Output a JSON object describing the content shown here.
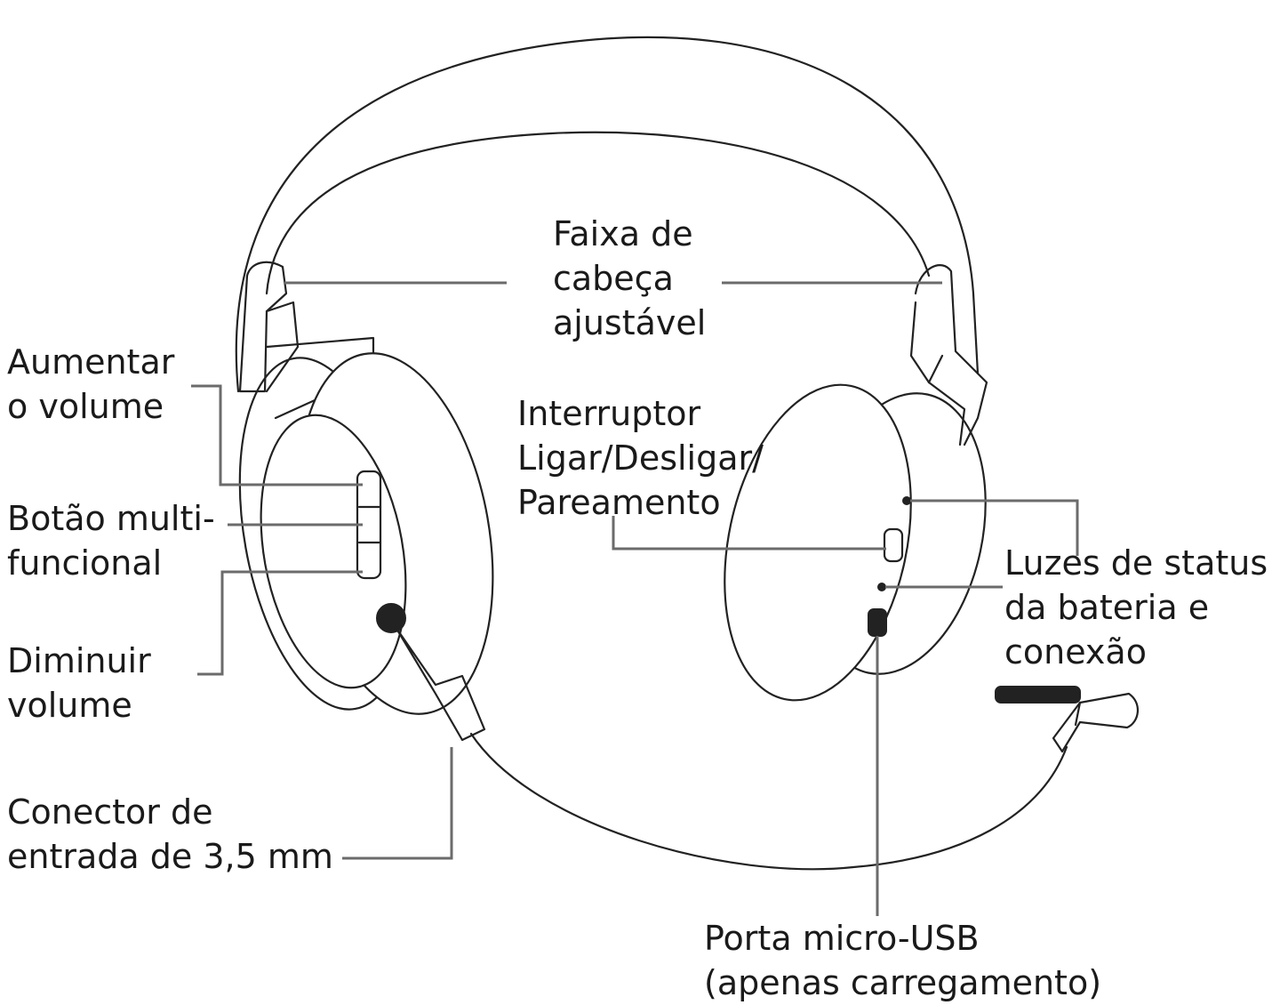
{
  "labels": {
    "headband": [
      "Faixa de",
      "cabeça",
      "ajustável"
    ],
    "volume_up": [
      "Aumentar",
      "o volume"
    ],
    "multifunction": [
      "Botão multi-",
      "funcional"
    ],
    "volume_down": [
      "Diminuir",
      "volume"
    ],
    "audio_jack": [
      "Conector de",
      "entrada de 3,5 mm"
    ],
    "power_switch": [
      "Interruptor",
      "Ligar/Desligar/",
      "Pareamento"
    ],
    "status_lights": [
      "Luzes de status",
      "da bateria e",
      "conexão"
    ],
    "micro_usb": [
      "Porta micro-USB",
      "(apenas carregamento)"
    ]
  }
}
